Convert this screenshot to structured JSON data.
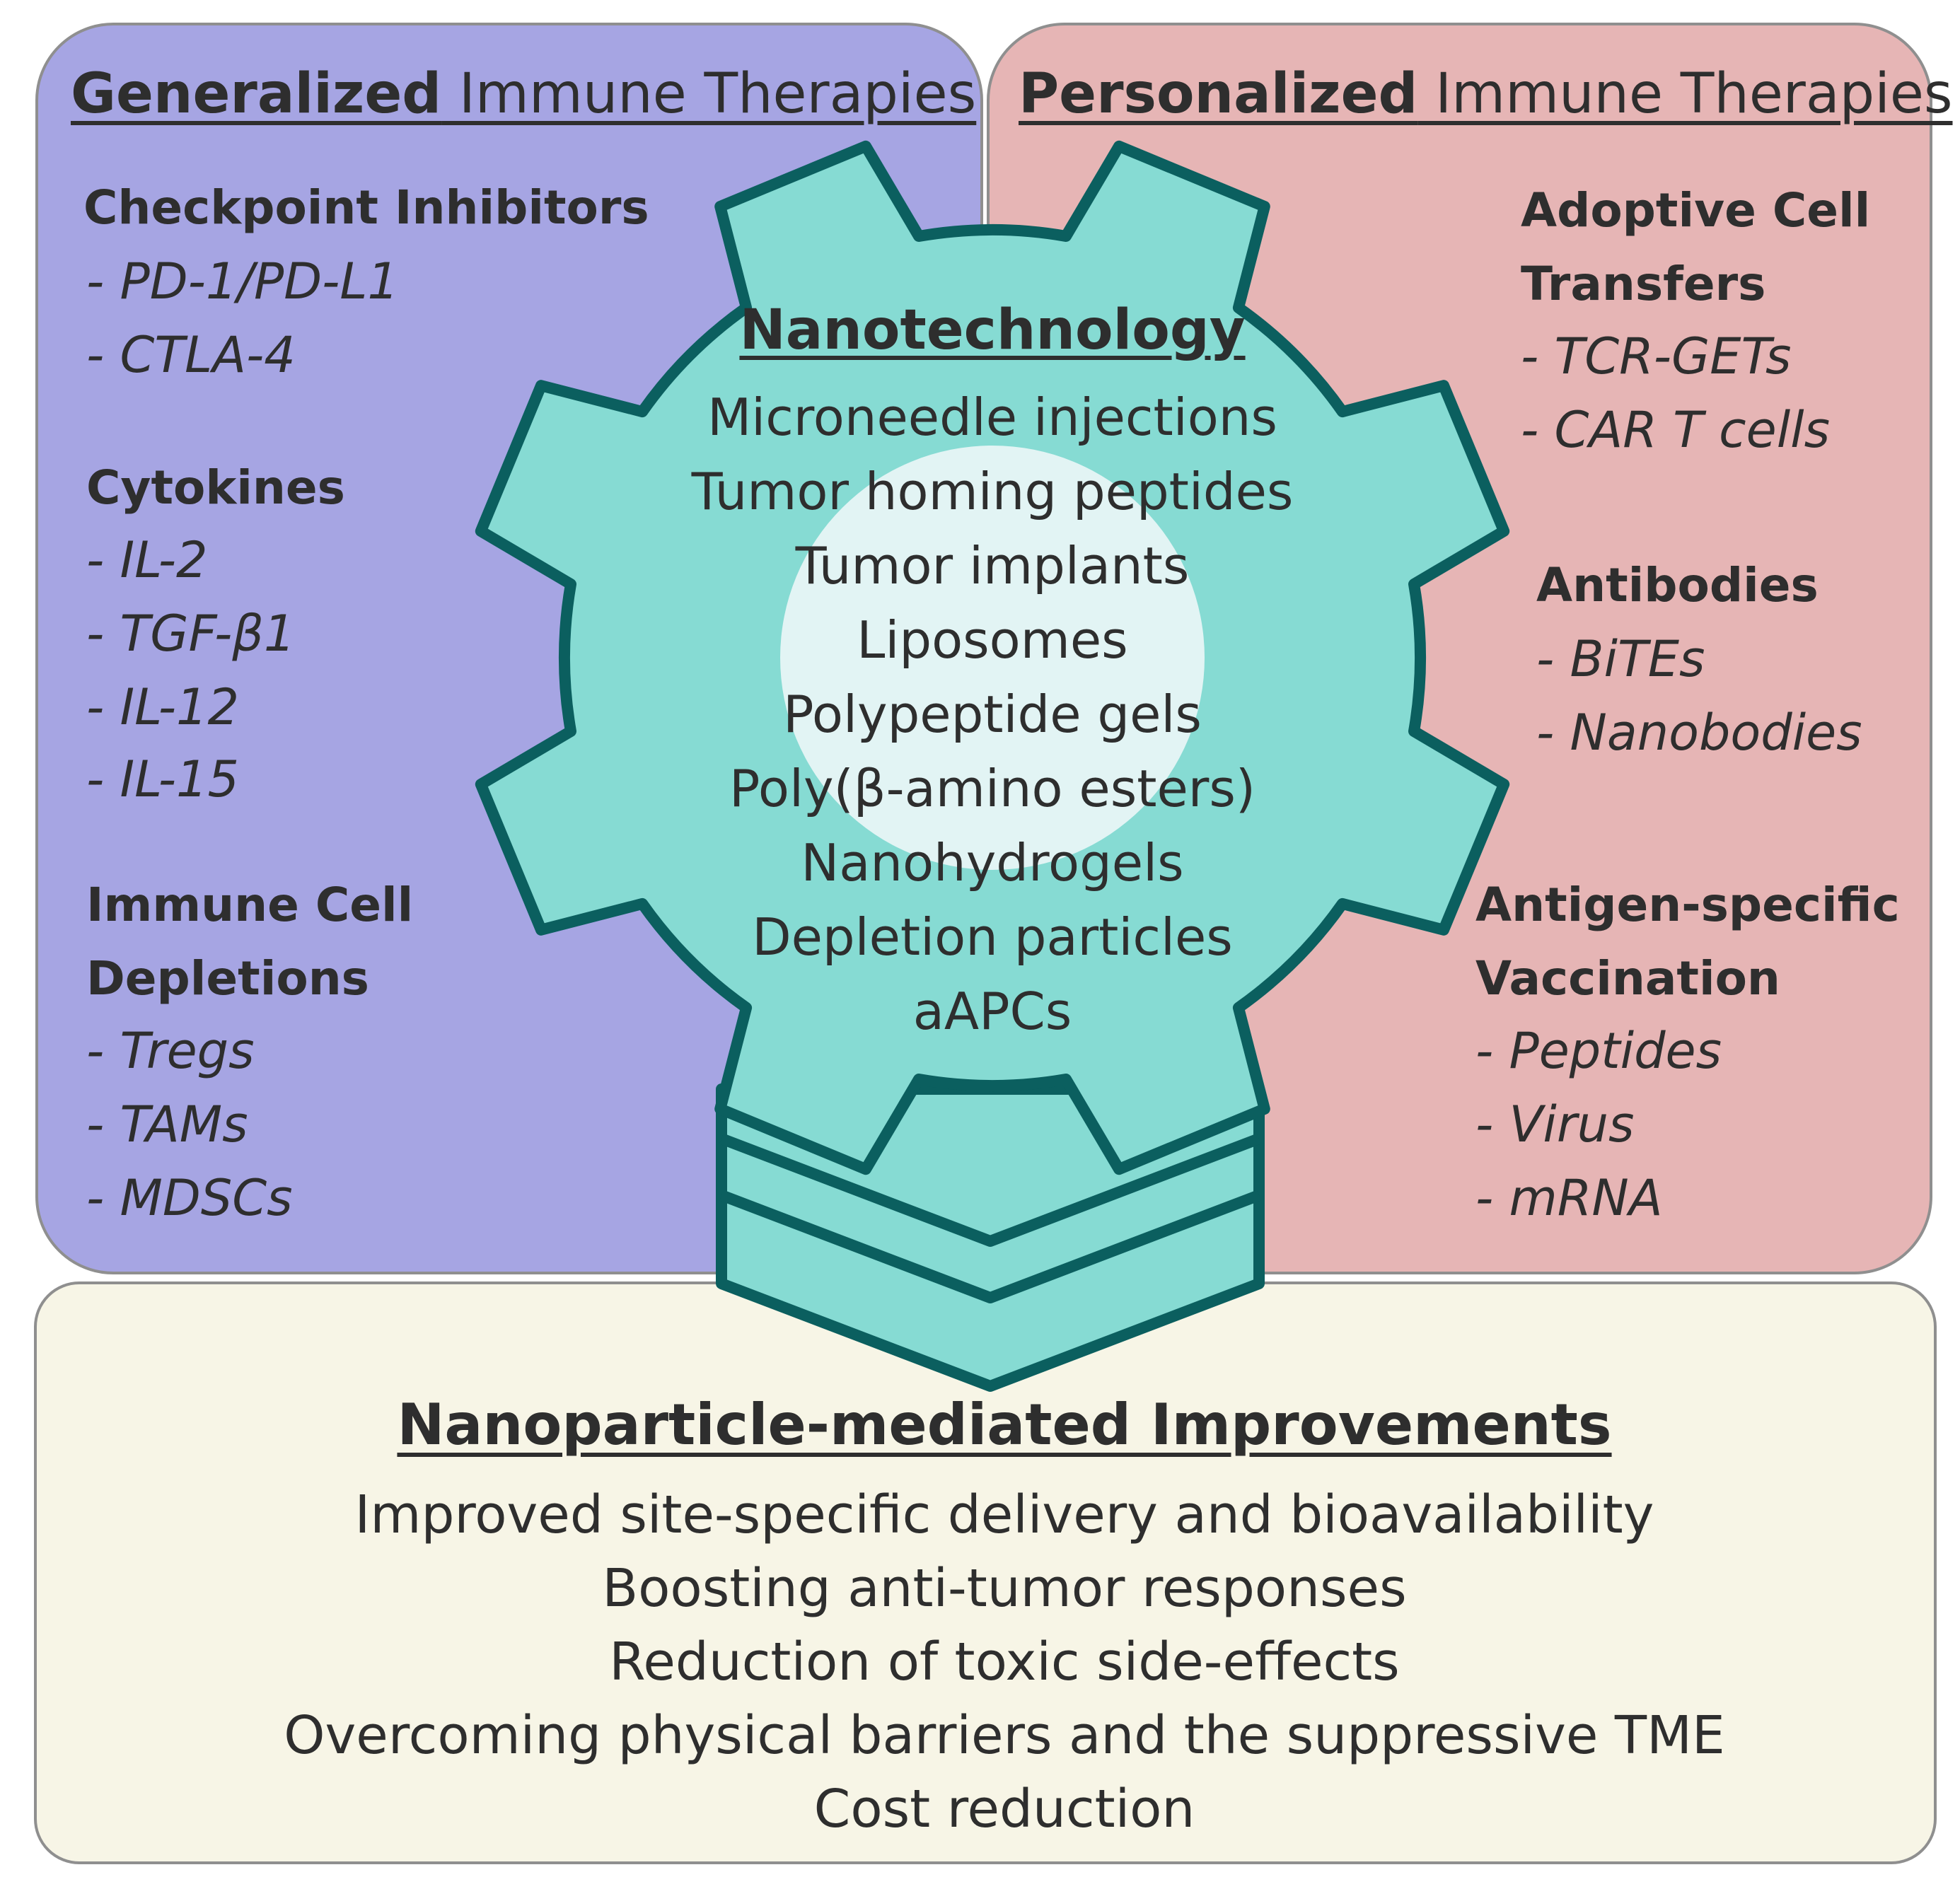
{
  "colors": {
    "generalized_panel": "#a6a5e3",
    "personalized_panel": "#e6b5b5",
    "improvements_panel": "#f7f5e6",
    "gear_fill": "#86dbd3",
    "gear_stroke": "#0b5f5f",
    "gear_hub": "#e2f4f4"
  },
  "generalized": {
    "title_bold": "Generalized",
    "title_rest": " Immune Therapies",
    "groups": [
      {
        "category": "Checkpoint Inhibitors",
        "items": [
          "PD-1/PD-L1",
          "CTLA-4"
        ]
      },
      {
        "category": "Cytokines",
        "items": [
          "IL-2",
          "TGF-β1",
          "IL-12",
          "IL-15"
        ]
      },
      {
        "category": "Immune Cell\nDepletions",
        "items": [
          "Tregs",
          "TAMs",
          "MDSCs"
        ]
      }
    ]
  },
  "personalized": {
    "title_bold": "Personalized",
    "title_rest": " Immune Therapies",
    "groups": [
      {
        "category": "Adoptive Cell\nTransfers",
        "items": [
          "TCR-GETs",
          "CAR T cells"
        ]
      },
      {
        "category": "Antibodies",
        "items": [
          "BiTEs",
          "Nanobodies"
        ]
      },
      {
        "category": "Antigen-specific\nVaccination",
        "items": [
          "Peptides",
          "Virus",
          "mRNA"
        ]
      }
    ]
  },
  "nanotechnology": {
    "title": "Nanotechnology",
    "items": [
      "Microneedle injections",
      "Tumor homing peptides",
      "Tumor implants",
      "Liposomes",
      "Polypeptide gels",
      "Poly(β-amino esters)",
      "Nanohydrogels",
      "Depletion particles",
      "aAPCs"
    ]
  },
  "improvements": {
    "title": "Nanoparticle-mediated Improvements",
    "items": [
      "Improved site-specific delivery and bioavailability",
      "Boosting anti-tumor responses",
      "Reduction of toxic side-effects",
      "Overcoming physical barriers and the suppressive TME",
      "Cost reduction"
    ]
  }
}
